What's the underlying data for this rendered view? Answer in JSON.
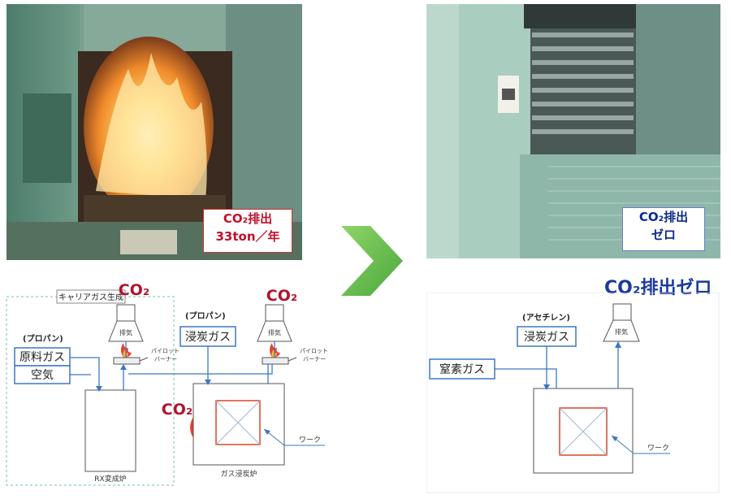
{
  "before": {
    "label_line1": "CO₂排出",
    "label_line2": "33ton／年",
    "co2_top": "CO₂",
    "co2_right": "CO₂",
    "co2_side": "CO₂",
    "carrier_gas": "キャリアガス生成",
    "propane_left": "(プロパン)",
    "raw_gas": "原料ガス",
    "air": "空気",
    "propane_mid": "(プロパン)",
    "carburizing_gas": "浸炭ガス",
    "exhaust": "排気",
    "pilot_burner_l1": "パイロット",
    "pilot_burner_l2": "バーナー",
    "work": "ワーク",
    "rx_furnace": "RX変成炉",
    "gas_furnace": "ガス浸炭炉"
  },
  "after": {
    "label_line1": "CO₂排出",
    "label_line2": "ゼロ",
    "headline": "CO₂排出ゼロ",
    "acetylene": "(アセチレン)",
    "carburizing_gas": "浸炭ガス",
    "exhaust": "排気",
    "nitrogen_gas": "窒素ガス",
    "work": "ワーク"
  },
  "colors": {
    "arrow": "#6cc04a",
    "line_blue": "#3b78c2",
    "co2_red": "#b0142e",
    "headline_blue": "#1a3a9c",
    "box_red": "#d9462b"
  }
}
